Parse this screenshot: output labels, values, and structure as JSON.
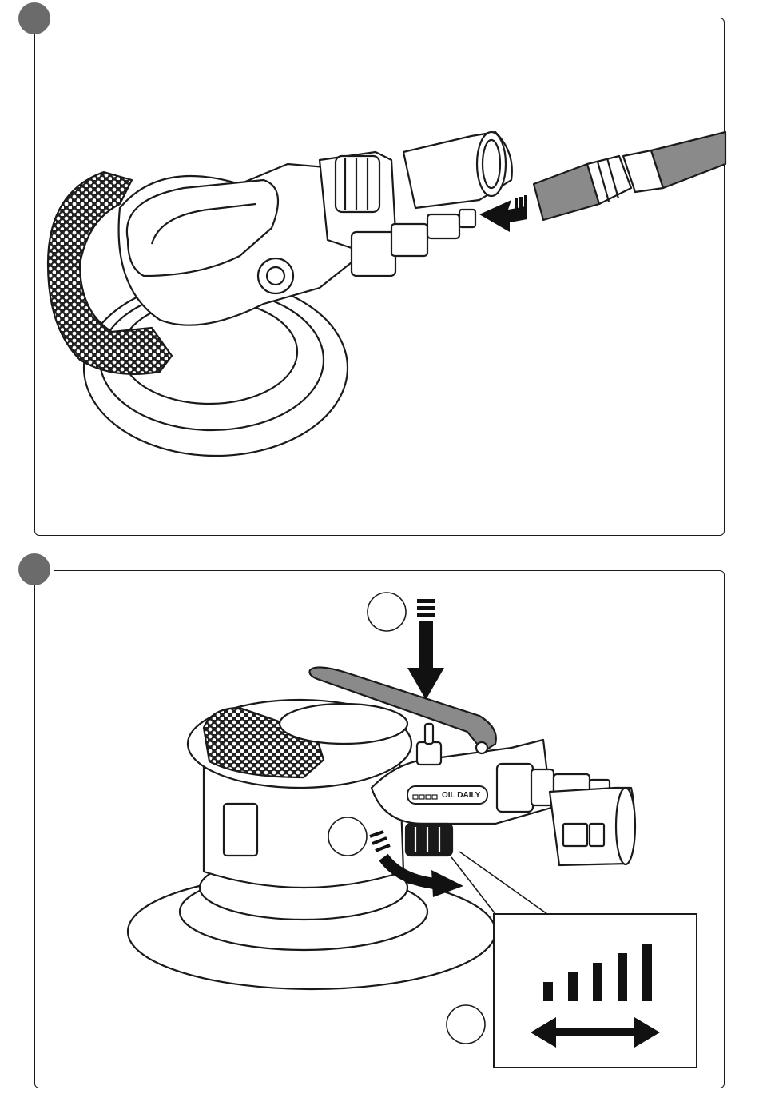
{
  "steps": [
    {
      "id": 1
    },
    {
      "id": 2
    }
  ],
  "tool_label": "OIL DAILY",
  "speed_levels": [
    1,
    2,
    3,
    4,
    5
  ],
  "icons": {
    "insert_arrow": "arrow-left-icon",
    "press_arrow": "arrow-down-icon",
    "rotate_arrow": "curved-arrow-icon",
    "adjust": "double-arrow-icon",
    "speed": "signal-bars-icon"
  },
  "colors": {
    "dot": "#6b6b6b",
    "line": "#1a1a1a",
    "lever": "#8a8a8a"
  }
}
